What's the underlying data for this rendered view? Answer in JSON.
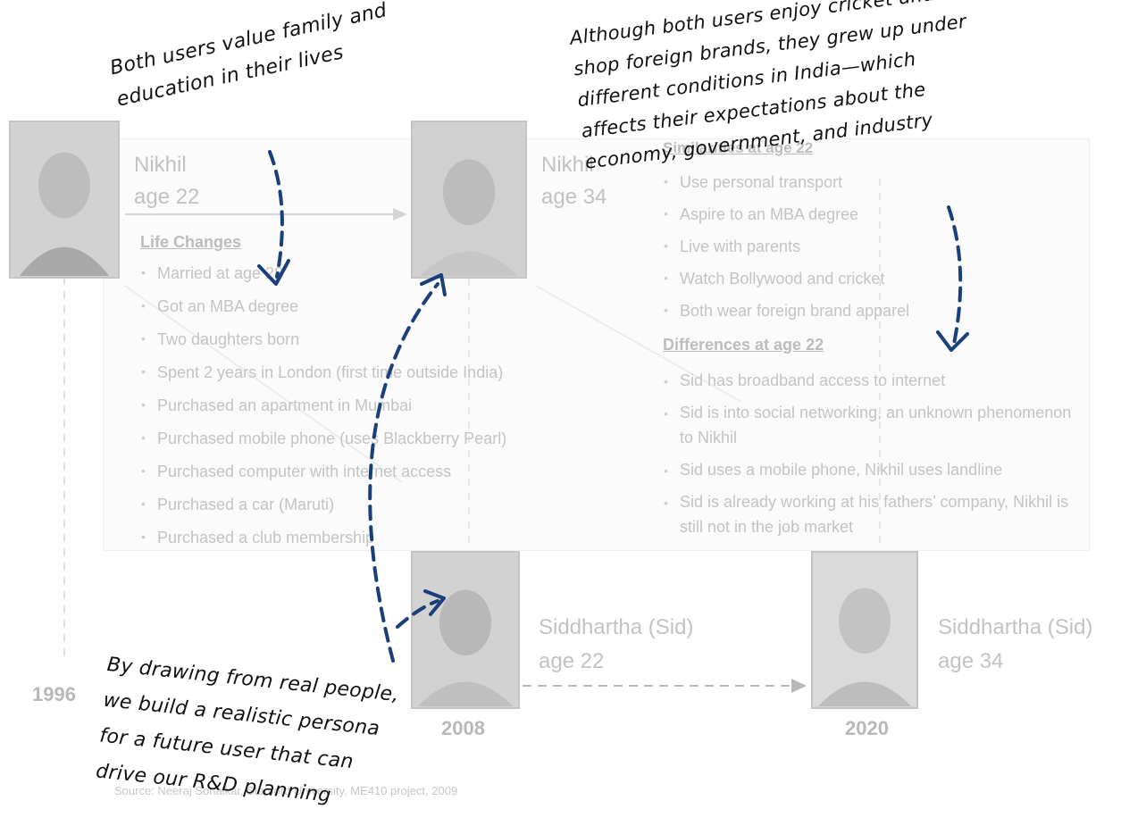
{
  "people": {
    "nikhil": {
      "name": "Nikhil",
      "age22": "age 22",
      "age34_name": "Nikhil",
      "age34": "age 34",
      "year": "1996"
    },
    "sid": {
      "name22": "Siddhartha (Sid)",
      "age22": "age 22",
      "name34": "Siddhartha (Sid)",
      "age34": "age 34",
      "year22": "2008",
      "year34": "2020"
    }
  },
  "life_changes": {
    "heading": "Life Changes",
    "items": [
      "Married at age 28",
      "Got an MBA degree",
      "Two daughters born",
      "Spent 2 years in London (first time outside India)",
      "Purchased an apartment in Mumbai",
      "Purchased mobile phone (uses Blackberry Pearl)",
      "Purchased computer with internet access",
      "Purchased a car (Maruti)",
      "Purchased a club membership"
    ]
  },
  "similarities": {
    "heading": "Similarities at age 22",
    "items": [
      "Use personal transport",
      "Aspire to an MBA degree",
      "Live with parents",
      "Watch Bollywood and cricket",
      "Both wear foreign brand apparel"
    ]
  },
  "differences": {
    "heading": "Differences at age 22",
    "items": [
      "Sid has broadband access to internet",
      "Sid is into social networking, an unknown phenomenon to Nikhil",
      "Sid uses a mobile phone, Nikhil uses landline",
      "Sid is already working at his fathers’ company, Nikhil is still not in the job market"
    ]
  },
  "source": "Source: Neeraj Sonalkar, Stanford University, ME410 project, 2009",
  "annotations": {
    "family": "Both users value family and\neducation in their lives",
    "conditions": "Although both users enjoy cricket and\nshop foreign brands, they grew up under\ndifferent conditions in India—which\naffects their expectations about the\neconomy, government, and industry",
    "persona": "By drawing from real people,\nwe build a realistic persona\nfor a future user that can\ndrive our R&D planning"
  },
  "colors": {
    "annotation_arrow": "#1a3f7a",
    "faded_text": "#c4c4c4"
  }
}
